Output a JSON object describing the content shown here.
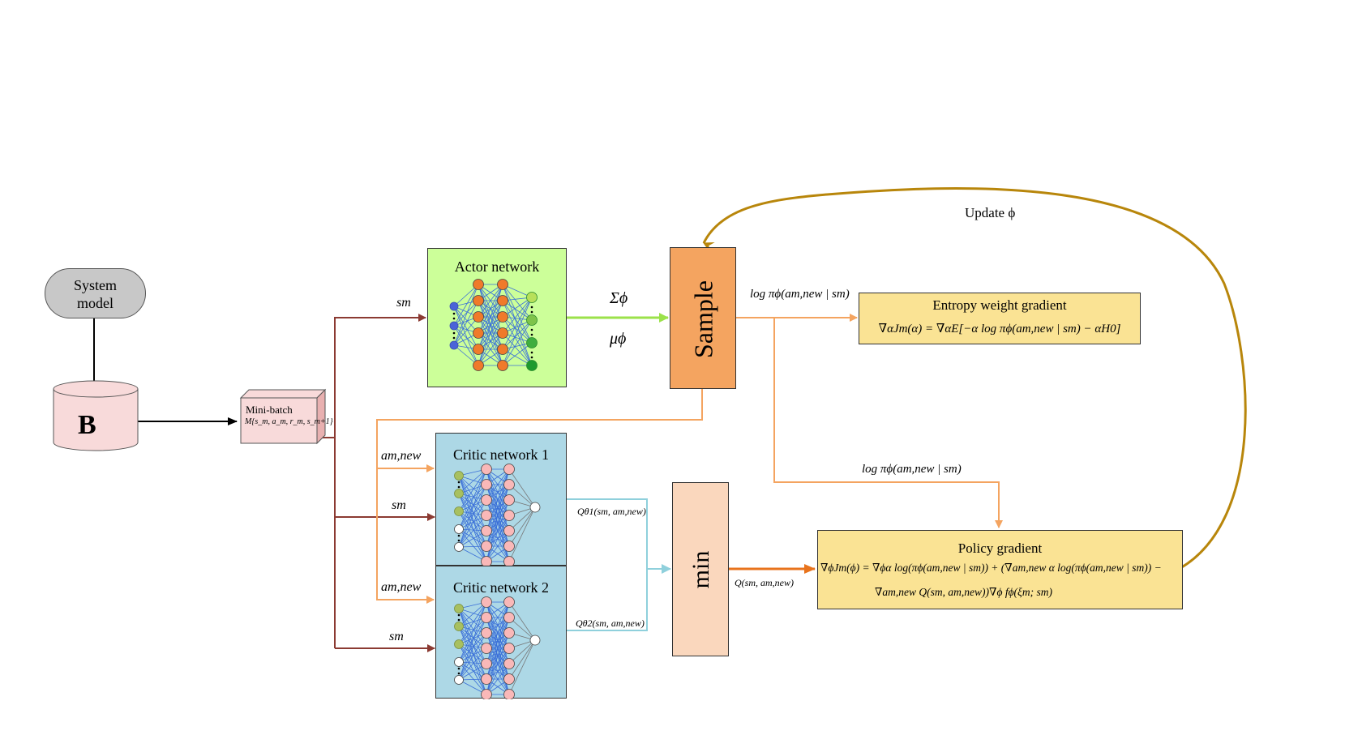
{
  "colors": {
    "dark_red_arrow": "#8b3a32",
    "orange_arrow": "#f4a460",
    "green_arrow": "#9be24a",
    "cyan_line": "#8fd0dc",
    "dark_orange_arrow": "#e8731c",
    "gold_curve": "#b8860b",
    "actor_fill": "#ccff99",
    "critic_fill": "#add8e6",
    "sample_fill": "#f4a460",
    "min_fill": "#fad7bd",
    "gradient_fill": "#fae394",
    "system_fill": "#c8c8c8",
    "buffer_fill": "#f8dada"
  },
  "system_model": {
    "line1": "System",
    "line2": "model"
  },
  "buffer": {
    "label": "B"
  },
  "minibatch": {
    "title": "Mini-batch",
    "formula": "M{s_m, a_m, r_m, s_m+1}"
  },
  "actor": {
    "title": "Actor network"
  },
  "critic1": {
    "title": "Critic network 1"
  },
  "critic2": {
    "title": "Critic network 2"
  },
  "sample": {
    "label": "Sample"
  },
  "min": {
    "label": "min"
  },
  "entropy": {
    "title": "Entropy weight gradient",
    "formula": "∇αJm(α) = ∇αE[−α log πϕ(am,new | sm) − αH0]"
  },
  "policy": {
    "title": "Policy gradient",
    "formula_line1": "∇ϕJm(ϕ) = ∇ϕα log(πϕ(am,new | sm)) + (∇am,new α log(πϕ(am,new | sm)) −",
    "formula_line2": "∇am,new Q(sm, am,new))∇ϕ fϕ(ξm; sm)"
  },
  "labels": {
    "s_m_actor": "sm",
    "a_mnew_c1": "am,new",
    "s_m_c1": "sm",
    "a_mnew_c2": "am,new",
    "s_m_c2": "sm",
    "sigma": "Σϕ",
    "mu": "μϕ",
    "log_pi_top": "log πϕ(am,new | sm)",
    "log_pi_mid": "log πϕ(am,new | sm)",
    "q1": "Qθ1(sm, am,new)",
    "q2": "Qθ2(sm, am,new)",
    "q_out": "Q(sm, am,new)",
    "update": "Update ϕ"
  }
}
